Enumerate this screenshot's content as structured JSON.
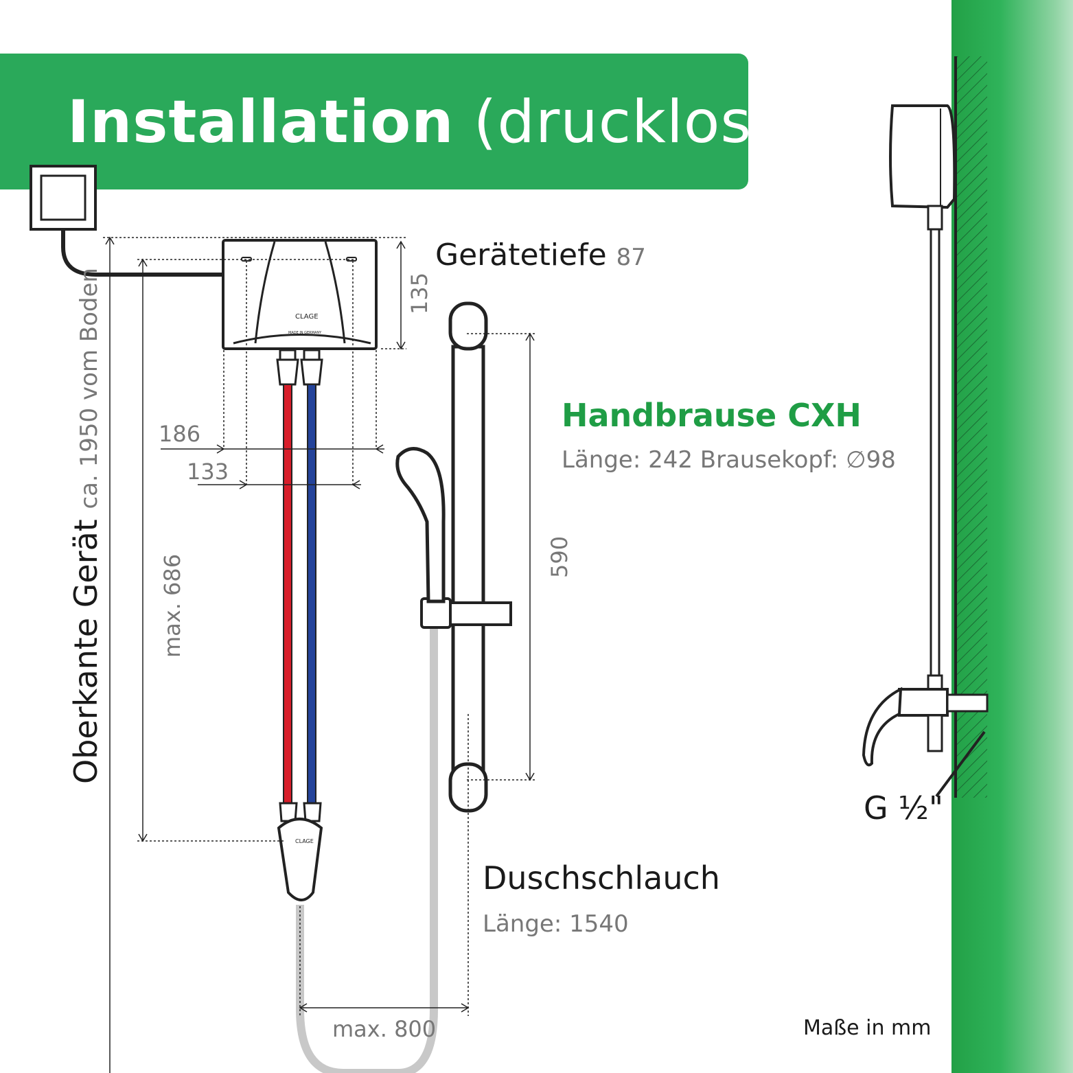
{
  "banner": {
    "title_bold": "Installation",
    "title_light": "(drucklos)"
  },
  "labels": {
    "geraetetiefe": "Gerätetiefe",
    "geraetetiefe_value": "87",
    "handbrause_title": "Handbrause CXH",
    "handbrause_spec": "Länge: 242  Brausekopf: ∅98",
    "duschschlauch_title": "Duschschlauch",
    "duschschlauch_spec": "Länge: 1540",
    "masse": "Maße in mm",
    "thread": "G ½\"",
    "oberkante": "Oberkante Gerät",
    "oberkante_sub": "ca. 1950 vom Boden",
    "logo": "CLAGE",
    "made_in": "MADE IN GERMANY"
  },
  "dimensions": {
    "d186": "186",
    "d133": "133",
    "d135": "135",
    "d590": "590",
    "d686": "max. 686",
    "d800": "max. 800"
  },
  "colors": {
    "green_accent": "#2aa95a",
    "heading_green": "#1f9d45",
    "hot_pipe": "#d81e2a",
    "cold_pipe": "#24439a",
    "hose": "#c8c8c8"
  }
}
